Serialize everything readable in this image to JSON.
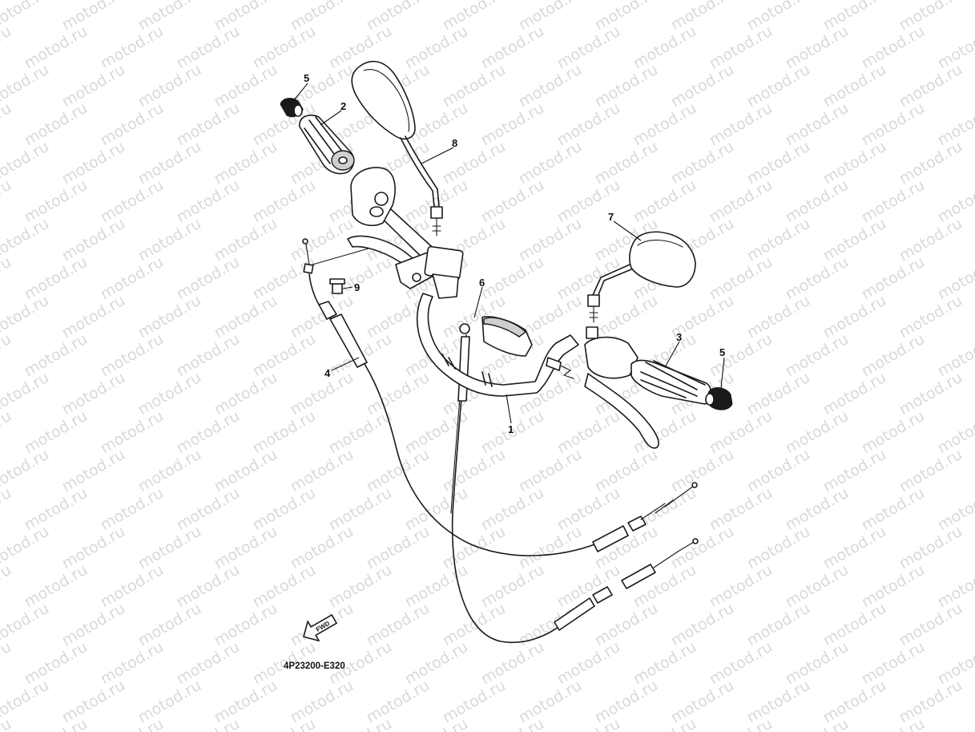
{
  "watermark": {
    "text": "motod.ru",
    "color": "#d9d9d9"
  },
  "callouts": [
    {
      "label": "5",
      "part": "grip end (left)"
    },
    {
      "label": "2",
      "part": "left grip"
    },
    {
      "label": "8",
      "part": "left mirror"
    },
    {
      "label": "9",
      "part": "bolt"
    },
    {
      "label": "4",
      "part": "clutch cable"
    },
    {
      "label": "6",
      "part": "throttle cable"
    },
    {
      "label": "7",
      "part": "right mirror"
    },
    {
      "label": "3",
      "part": "right grip"
    },
    {
      "label": "5",
      "part": "grip end (right)"
    },
    {
      "label": "1",
      "part": "handlebar"
    }
  ],
  "fwd_label": "FWD",
  "fwd_icon": "forward-arrow-icon",
  "reference_code": "4P23200-E320"
}
